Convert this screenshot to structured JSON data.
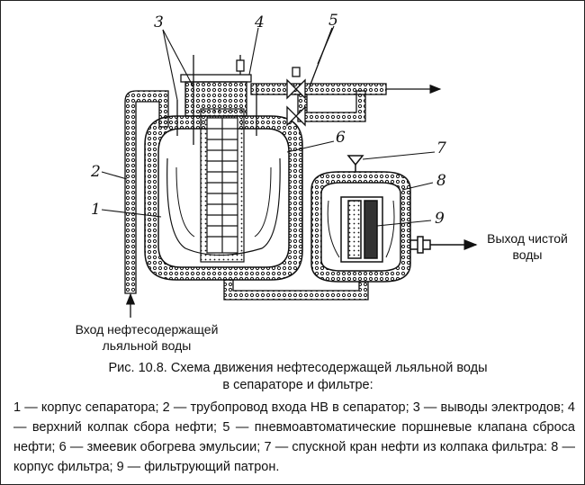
{
  "labels": {
    "inlet": [
      "Вход нефтесодержащей",
      "льяльной воды"
    ],
    "outlet": [
      "Выход чистой",
      "воды"
    ],
    "numbers": [
      "1",
      "2",
      "3",
      "4",
      "5",
      "6",
      "7",
      "8",
      "9"
    ]
  },
  "caption": {
    "title": "Рис. 10.8. Схема движения нефтесодержащей льяльной воды",
    "title_line2": "в сепараторе и фильтре:",
    "legend": "1 — корпус сепаратора; 2 — трубопровод входа НВ в сепаратор; 3 — выводы электродов; 4 — верхний колпак сбора нефти; 5 — пневмоавтоматические поршневые клапана сброса нефти; 6 — змеевик обогрева эмульсии; 7 — спускной кран нефти из колпака фильтра: 8 — корпус фильтра; 9 — фильтрующий патрон."
  }
}
